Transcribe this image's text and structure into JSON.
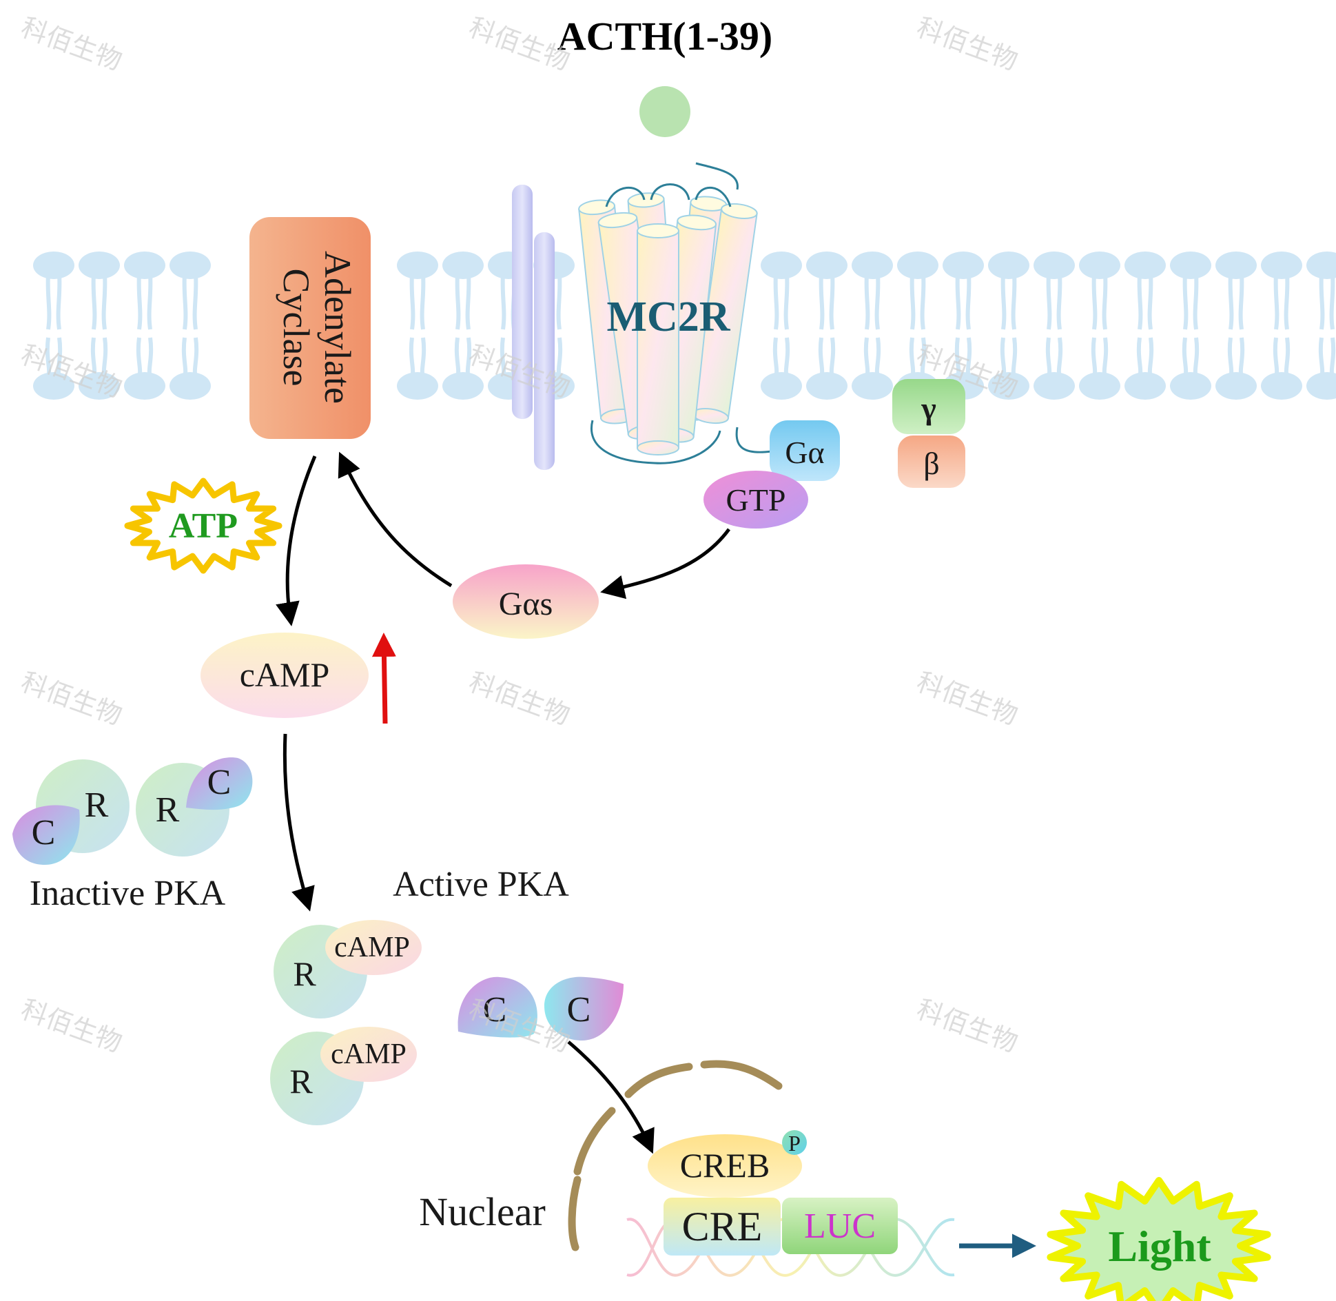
{
  "title": "ACTH(1-39)",
  "watermark": "科佰生物",
  "receptor": "MC2R",
  "enzyme": {
    "line1": "Adenylate",
    "line2": "Cyclase"
  },
  "g_alpha": "Gα",
  "g_gamma": "γ",
  "g_beta": "β",
  "gtp": "GTP",
  "gas": "Gαs",
  "atp": "ATP",
  "camp": "cAMP",
  "pka": {
    "inactive_label": "Inactive PKA",
    "active_label": "Active PKA",
    "r": "R",
    "c": "C",
    "camp": "cAMP"
  },
  "phospho": "P",
  "creb": "CREB",
  "cre": "CRE",
  "luc": "LUC",
  "nuclear": "Nuclear",
  "light": "Light",
  "colors": {
    "ligand": "#b9e3b0",
    "membrane": "#cfe6f5",
    "enzyme": "#f2a07b",
    "receptor_text": "#1a5d73",
    "atp_star": "#f7c500",
    "atp_text": "#1f9a1f",
    "light_star": "#eef200",
    "light_text": "#1b9a1b",
    "luc_text": "#cc33cc",
    "up_arrow": "#e01010",
    "nucleus": "#a58c58",
    "output_arrow": "#1f5d80"
  }
}
